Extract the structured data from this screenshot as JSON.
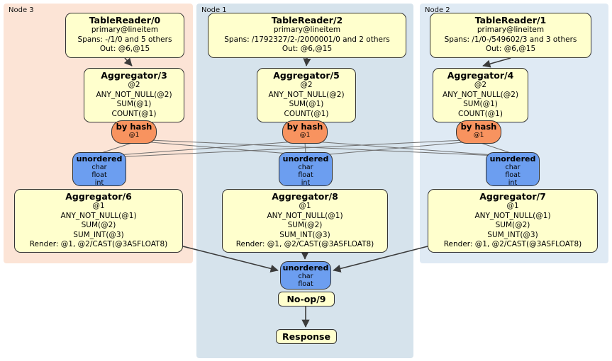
{
  "diagram": {
    "colors": {
      "node3_bg": "#fce4d6",
      "node1_bg": "#d6e3ec",
      "node2_bg": "#dfeaf4",
      "processor_fill": "#ffffcd",
      "router_fill": "#f8935f",
      "sync_fill": "#6c9ef0",
      "edge": "#3b3b3b"
    },
    "nodes": [
      {
        "label": "Node 3",
        "tablereader": {
          "title": "TableReader/0",
          "index": "primary@lineitem",
          "spans": "Spans: -/1/0 and 5 others",
          "out": "Out: @6,@15"
        },
        "aggregator_top": {
          "title": "Aggregator/3",
          "lines": [
            "@2",
            "ANY_NOT_NULL(@2)",
            "SUM(@1)",
            "COUNT(@1)"
          ]
        },
        "router": {
          "title": "by hash",
          "key": "@1"
        },
        "sync": {
          "title": "unordered",
          "types": [
            "char",
            "float",
            "int"
          ]
        },
        "aggregator_bottom": {
          "title": "Aggregator/6",
          "lines": [
            "@1",
            "ANY_NOT_NULL(@1)",
            "SUM(@2)",
            "SUM_INT(@3)",
            "Render: @1, @2/CAST(@3ASFLOAT8)"
          ]
        }
      },
      {
        "label": "Node 1",
        "tablereader": {
          "title": "TableReader/2",
          "index": "primary@lineitem",
          "spans": "Spans: /1792327/2-/2000001/0 and 2 others",
          "out": "Out: @6,@15"
        },
        "aggregator_top": {
          "title": "Aggregator/5",
          "lines": [
            "@2",
            "ANY_NOT_NULL(@2)",
            "SUM(@1)",
            "COUNT(@1)"
          ]
        },
        "router": {
          "title": "by hash",
          "key": "@1"
        },
        "sync": {
          "title": "unordered",
          "types": [
            "char",
            "float",
            "int"
          ]
        },
        "aggregator_bottom": {
          "title": "Aggregator/8",
          "lines": [
            "@1",
            "ANY_NOT_NULL(@1)",
            "SUM(@2)",
            "SUM_INT(@3)",
            "Render: @1, @2/CAST(@3ASFLOAT8)"
          ]
        }
      },
      {
        "label": "Node 2",
        "tablereader": {
          "title": "TableReader/1",
          "index": "primary@lineitem",
          "spans": "Spans: /1/0-/549602/3 and 3 others",
          "out": "Out: @6,@15"
        },
        "aggregator_top": {
          "title": "Aggregator/4",
          "lines": [
            "@2",
            "ANY_NOT_NULL(@2)",
            "SUM(@1)",
            "COUNT(@1)"
          ]
        },
        "router": {
          "title": "by hash",
          "key": "@1"
        },
        "sync": {
          "title": "unordered",
          "types": [
            "char",
            "float",
            "int"
          ]
        },
        "aggregator_bottom": {
          "title": "Aggregator/7",
          "lines": [
            "@1",
            "ANY_NOT_NULL(@1)",
            "SUM(@2)",
            "SUM_INT(@3)",
            "Render: @1, @2/CAST(@3ASFLOAT8)"
          ]
        }
      }
    ],
    "final": {
      "sync": {
        "title": "unordered",
        "types": [
          "char",
          "float"
        ]
      },
      "noop_label": "No-op/9",
      "response_label": "Response"
    }
  }
}
